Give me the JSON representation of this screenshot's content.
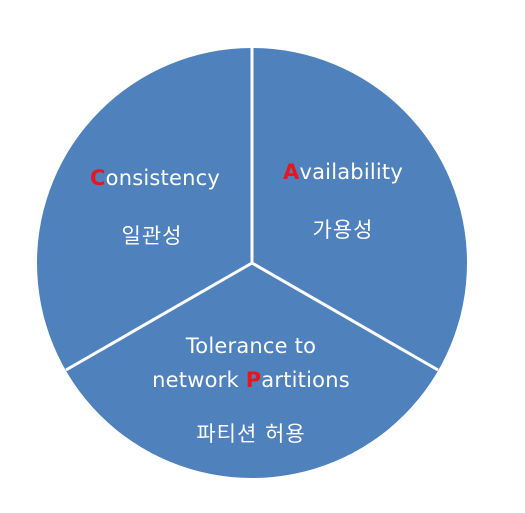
{
  "diagram": {
    "colors": {
      "fill": "#4f81bd",
      "divider": "#ffffff",
      "label_text": "#ffffff",
      "highlight": "#e8151b"
    },
    "segments": {
      "consistency": {
        "highlight_letter": "C",
        "rest": "onsistency",
        "korean": "일관성"
      },
      "availability": {
        "highlight_letter": "A",
        "rest": "vailability",
        "korean": "가용성"
      },
      "partition_tolerance": {
        "line1": "Tolerance to",
        "line2_prefix": "network ",
        "highlight_letter": "P",
        "line2_rest": "artitions",
        "korean": "파티션 허용"
      }
    }
  }
}
